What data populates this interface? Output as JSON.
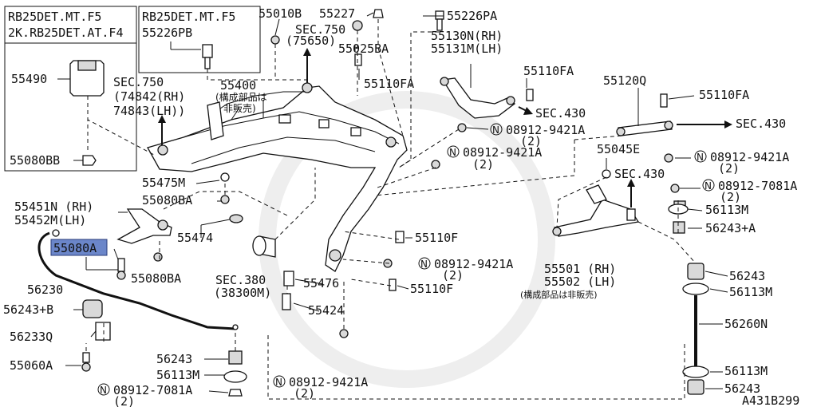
{
  "diagram_id": "A431B299",
  "boxes": {
    "engine_variants": [
      "RB25DET.MT.F5",
      "2K.RB25DET.AT.F4"
    ],
    "engine_variant_b": "RB25DET.MT.F5",
    "box_part_a": "55490",
    "box_part_b": "55080BB",
    "box_part_c": "55226PB"
  },
  "highlighted_part": "55080A",
  "highlight_color": "#6b86c9",
  "section_refs": {
    "sec750_a": [
      "SEC.750",
      "(74842(RH)",
      "74843(LH))"
    ],
    "sec750_b": [
      "SEC.750",
      "(75650)"
    ],
    "sec430_a": "SEC.430",
    "sec430_b": "SEC.430",
    "sec430_c": "SEC.430",
    "sec380": [
      "SEC.380",
      "(38300M)"
    ]
  },
  "notes": {
    "member_note": [
      "55400",
      "(構成部品は",
      "非販売)"
    ],
    "arm_note": "(構成部品は非販売)"
  },
  "labels": {
    "p55010B": "55010B",
    "p55227": "55227",
    "p55226PA": "55226PA",
    "p55025BA": "55025BA",
    "p55110FA_a": "55110FA",
    "p55130N": "55130N(RH)",
    "p55131M": "55131M(LH)",
    "p55110FA_b": "55110FA",
    "p08912_9421A_a": "08912-9421A",
    "p08912_9421A_a2": "(2)",
    "p55120Q": "55120Q",
    "p55110FA_c": "55110FA",
    "p55045E": "55045E",
    "p08912_9421A_b": "08912-9421A",
    "p08912_9421A_b2": "(2)",
    "p08912_9421A_c": "08912-9421A",
    "p08912_9421A_c2": "(2)",
    "p08912_7081A_a": "08912-7081A",
    "p08912_7081A_a2": "(2)",
    "p56113M_a": "56113M",
    "p56243A": "56243+A",
    "p55475M": "55475M",
    "p55080BA_a": "55080BA",
    "p55451N": "55451N (RH)",
    "p55452M": "55452M(LH)",
    "p55474": "55474",
    "p55110F_a": "55110F",
    "p08912_9421A_d": "08912-9421A",
    "p08912_9421A_d2": "(2)",
    "p55501": "55501 (RH)",
    "p55502": "55502 (LH)",
    "p56243_a": "56243",
    "p56113M_b": "56113M",
    "p56230": "56230",
    "p55080BA_b": "55080BA",
    "p55476": "55476",
    "p55110F_b": "55110F",
    "p56243B": "56243+B",
    "p55424": "55424",
    "p56233Q": "56233Q",
    "p56260N": "56260N",
    "p55060A": "55060A",
    "p56243_b": "56243",
    "p56113M_c": "56113M",
    "p08912_9421A_e": "08912-9421A",
    "p08912_9421A_e2": "(2)",
    "p56113M_d": "56113M",
    "p08912_7081A_b": "08912-7081A",
    "p08912_7081A_b2": "(2)",
    "p56243_c": "56243"
  },
  "n_mark": "N"
}
